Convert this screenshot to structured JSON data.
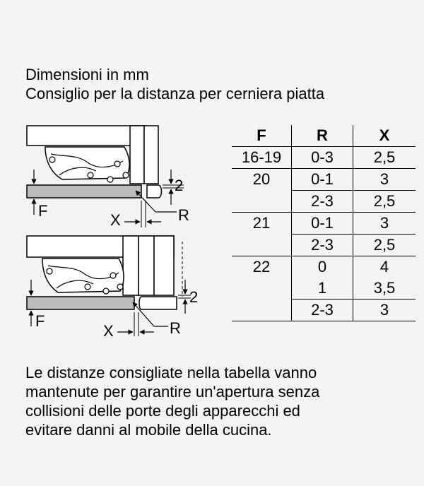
{
  "heading": {
    "line1": "Dimensioni in mm",
    "line2": "Consiglio per la distanza per cerniera piatta"
  },
  "diagram": {
    "labels": {
      "f": "F",
      "r": "R",
      "x": "X",
      "gap": "2"
    }
  },
  "table": {
    "headers": [
      "F",
      "R",
      "X"
    ],
    "rows": [
      {
        "f": "16-19",
        "r": "0-3",
        "x": "2,5"
      },
      {
        "f": "20",
        "r": "0-1",
        "x": "3"
      },
      {
        "f": "",
        "r": "2-3",
        "x": "2,5"
      },
      {
        "f": "21",
        "r": "0-1",
        "x": "3"
      },
      {
        "f": "",
        "r": "2-3",
        "x": "2,5"
      },
      {
        "f": "22",
        "r": "0",
        "x": "4"
      },
      {
        "f": "",
        "r": "1",
        "x": "3,5"
      },
      {
        "f": "",
        "r": "2-3",
        "x": "3"
      }
    ]
  },
  "note": {
    "line1": "Le distanze consigliate nella tabella vanno",
    "line2": "mantenute per garantire un'apertura senza",
    "line3": "collisioni delle porte degli apparecchi ed",
    "line4": "evitare danni al mobile della cucina."
  }
}
